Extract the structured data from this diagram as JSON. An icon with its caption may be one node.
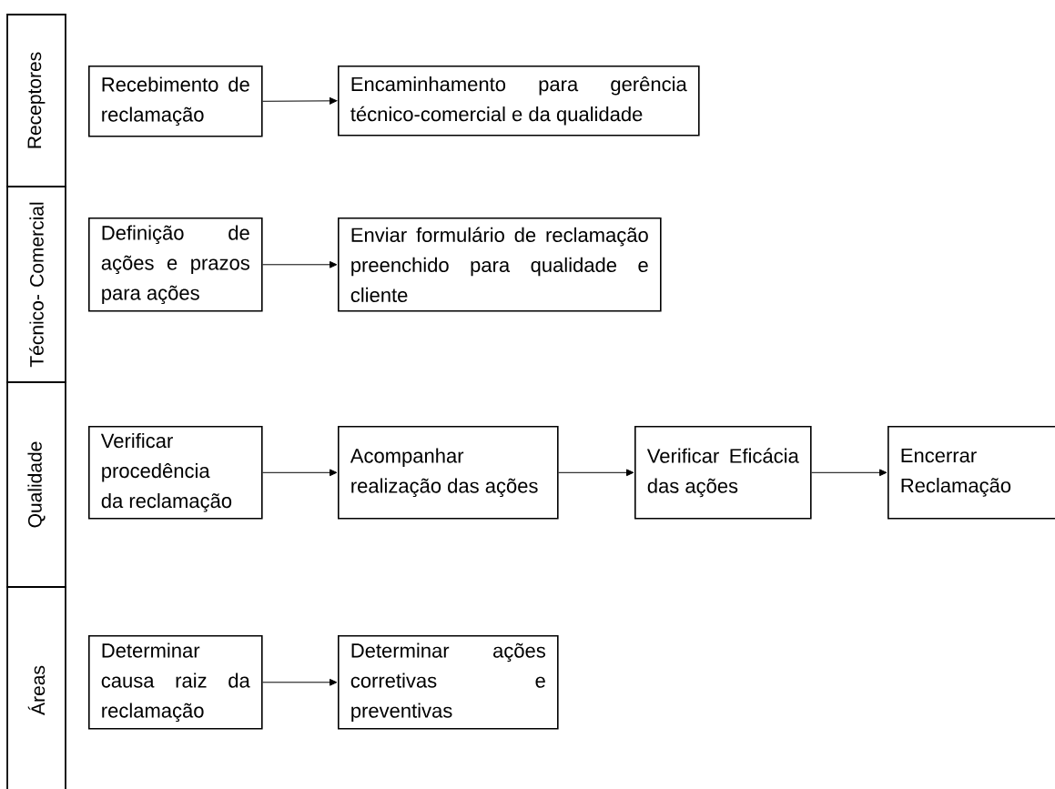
{
  "diagram": {
    "nodes": [
      {
        "text": [
          "Receptores"
        ]
      },
      {
        "text": [
          "Recebimento de reclamação"
        ]
      },
      {
        "text": [
          "Encaminhamento para gerência técnico-comercial e da qualidade"
        ]
      },
      {
        "text": [
          "Técnico- Comercial"
        ]
      },
      {
        "text": [
          "Definição de ações e prazos para ações"
        ]
      },
      {
        "text": [
          "Enviar formulário de reclamação preenchido para qualidade e cliente"
        ]
      },
      {
        "text": [
          "Qualidade"
        ]
      },
      {
        "text": [
          "Verificar procedência da reclamação"
        ]
      },
      {
        "text": [
          "Acompanhar realização das ações"
        ]
      },
      {
        "text": [
          "Verificar Eficácia das ações"
        ]
      },
      {
        "text": [
          "Encerrar Reclamação"
        ]
      },
      {
        "text": [
          "Áreas"
        ]
      },
      {
        "text": [
          "Determinar causa raiz da reclamação"
        ]
      },
      {
        "text": [
          "Determinar ações corretivas e preventivas"
        ]
      }
    ],
    "edges": [
      {
        "from": 1,
        "to": 2,
        "arrow": "to"
      },
      {
        "from": 4,
        "to": 5,
        "arrow": "to"
      },
      {
        "from": 7,
        "to": 8,
        "arrow": "to"
      },
      {
        "from": 8,
        "to": 9,
        "arrow": "to"
      },
      {
        "from": 9,
        "to": 10,
        "arrow": "to"
      },
      {
        "from": 12,
        "to": 13,
        "arrow": "to"
      }
    ]
  }
}
